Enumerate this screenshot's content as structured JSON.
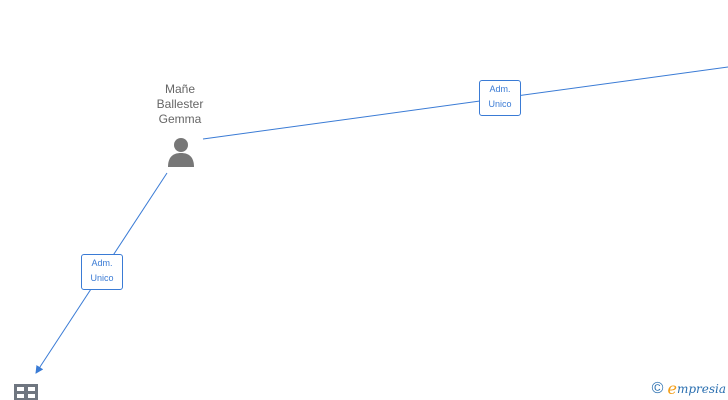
{
  "person": {
    "name_lines": [
      "Mañe",
      "Ballester",
      "Gemma"
    ]
  },
  "edges": [
    {
      "label_lines": [
        "Adm.",
        "Unico"
      ]
    },
    {
      "label_lines": [
        "Adm.",
        "Unico"
      ]
    }
  ],
  "icons": {
    "person": "person-icon",
    "company": "building-icon",
    "copyright": "copyright-icon"
  },
  "brand": {
    "copyright_symbol": "©",
    "logo_letter": "e",
    "logo_rest": "mpresia"
  },
  "colors": {
    "edge": "#3a7bd5",
    "person_icon": "#777777",
    "text": "#666666",
    "brand_blue": "#2a6fb0",
    "brand_orange": "#f39c12"
  }
}
